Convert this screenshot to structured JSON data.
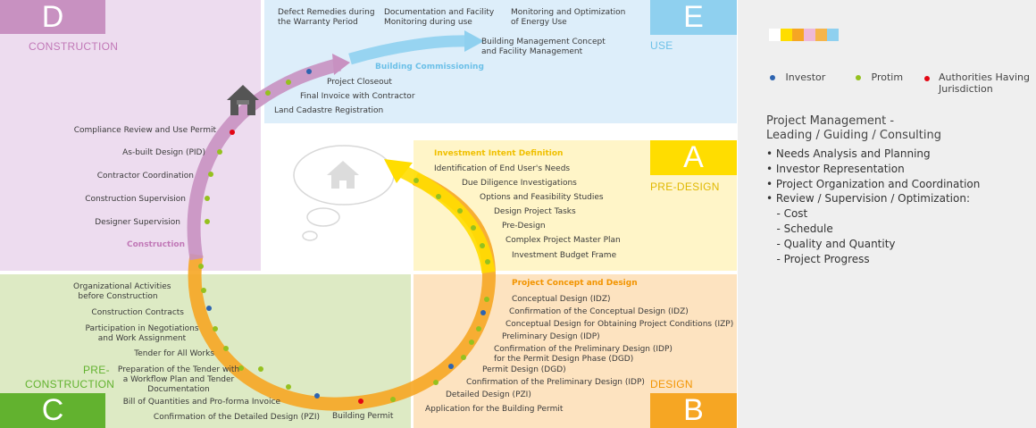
{
  "colors": {
    "construction": "#eddcef",
    "construction_dark": "#c891c1",
    "use": "#ddeefa",
    "use_dark": "#8fd0ef",
    "predesign": "#fff5c8",
    "predesign_dark": "#ffdd00",
    "design": "#fde3c0",
    "design_dark": "#f6a623",
    "preconstruction": "#ddeac4",
    "preconstruction_dark": "#62b22f",
    "investor": "#2e64b0",
    "protim": "#95c11f",
    "authorities": "#e30613"
  },
  "phases": {
    "d": {
      "letter": "D",
      "name": "CONSTRUCTION"
    },
    "e": {
      "letter": "E",
      "name": "USE"
    },
    "a": {
      "letter": "A",
      "name": "PRE-DESIGN"
    },
    "b": {
      "letter": "B",
      "name": "DESIGN"
    },
    "c": {
      "letter": "C",
      "name_line1": "PRE-",
      "name_line2": "CONSTRUCTION"
    }
  },
  "use_steps": {
    "top1": "Defect Remedies during\nthe Warranty Period",
    "top2": "Documentation and Facility\nMonitoring during use",
    "top3": "Monitoring and Optimization\nof Energy Use",
    "bmc": "Building Management Concept\nand Facility Management",
    "heading": "Building Commissioning",
    "closeout": "Project Closeout",
    "final_invoice": "Final Invoice with Contractor",
    "cadastre": "Land Cadastre Registration"
  },
  "construction_steps": {
    "compliance": "Compliance Review and Use Permit",
    "asbuilt": "As-built Design (PID)",
    "coordination": "Contractor Coordination",
    "supervision": "Construction Supervision",
    "designer": "Designer Supervision",
    "heading": "Construction"
  },
  "predesign_steps": {
    "heading": "Investment Intent Definition",
    "s1": "Identification of End User's Needs",
    "s2": "Due Diligence Investigations",
    "s3": "Options and Feasibility Studies",
    "s4": "Design Project Tasks",
    "s5": "Pre-Design",
    "s6": "Complex Project Master Plan",
    "s7": "Investment Budget Frame"
  },
  "design_steps": {
    "heading": "Project Concept and Design",
    "s1": "Conceptual Design (IDZ)",
    "s2": "Confirmation of the Conceptual Design (IDZ)",
    "s3": "Conceptual Design for Obtaining Project Conditions (IZP)",
    "s4": "Preliminary Design (IDP)",
    "s5": "Confirmation of the Preliminary Design (IDP)\nfor the Permit Design Phase (DGD)",
    "s6": "Permit Design (DGD)",
    "s7": "Confirmation of the Preliminary Design (IDP)",
    "s8": "Detailed Design (PZI)",
    "s9": "Application for the Building Permit"
  },
  "preconstruction_steps": {
    "s1": "Organizational Activities\nbefore Construction",
    "s2": "Construction Contracts",
    "s3": "Participation in Negotiations\nand Work Assignment",
    "s4": "Tender for All Works",
    "s5": "Preparation of the Tender with\na Workflow Plan and Tender\nDocumentation",
    "s6": "Bill of Quantities and Pro-forma Invoice",
    "s7": "Confirmation of the Detailed Design (PZI)",
    "s8": "Building Permit"
  },
  "legend": {
    "investor": "Investor",
    "protim": "Protim",
    "authorities": "Authorities Having\nJurisdiction"
  },
  "project_management": {
    "title": "Project Management -\nLeading / Guiding / Consulting",
    "items": [
      "• Needs Analysis and Planning",
      "• Investor Representation",
      "• Project Organization and Coordination",
      "• Review / Supervision / Optimization:",
      "   - Cost",
      "   - Schedule",
      "   - Quality and Quantity",
      "   - Project Progress"
    ]
  },
  "icons": {
    "house": "house-icon",
    "thought_bubble": "thought-bubble-icon",
    "color_swatch": "phase-color-swatch"
  }
}
